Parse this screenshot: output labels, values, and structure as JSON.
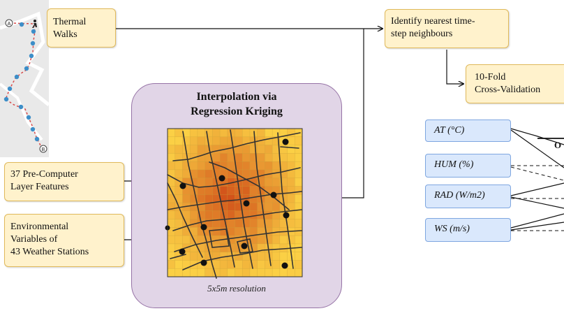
{
  "walk_map": {
    "start_marker": "A",
    "end_marker": "B",
    "walker_icon": "walking-person-icon"
  },
  "nodes": {
    "thermal_walks": [
      "Thermal",
      "Walks"
    ],
    "identify_neighbours": [
      "Identify nearest time-",
      "step neighbours"
    ],
    "cross_validation": [
      "10-Fold",
      "Cross-Validation"
    ],
    "layer_features": [
      "37 Pre-Computer",
      "Layer Features"
    ],
    "env_variables": [
      "Environmental",
      "Variables of",
      "43 Weather Stations"
    ]
  },
  "kriging": {
    "title": [
      "Interpolation via",
      "Regression Kriging"
    ],
    "caption": "5x5m resolution"
  },
  "variables": [
    "AT (°C)",
    "HUM (%)",
    "RAD (W/m2)",
    "WS (m/s)"
  ],
  "colors": {
    "node_fill": "#fff2cc",
    "node_border": "#e0b95a",
    "kriging_fill": "#e1d5e7",
    "kriging_border": "#9673a6",
    "variable_fill": "#dae8fc",
    "variable_border": "#7ea6e0",
    "heat_low": "#fbd045",
    "heat_high": "#d2531a",
    "station_dot": "#111111"
  },
  "partial_label": "O"
}
